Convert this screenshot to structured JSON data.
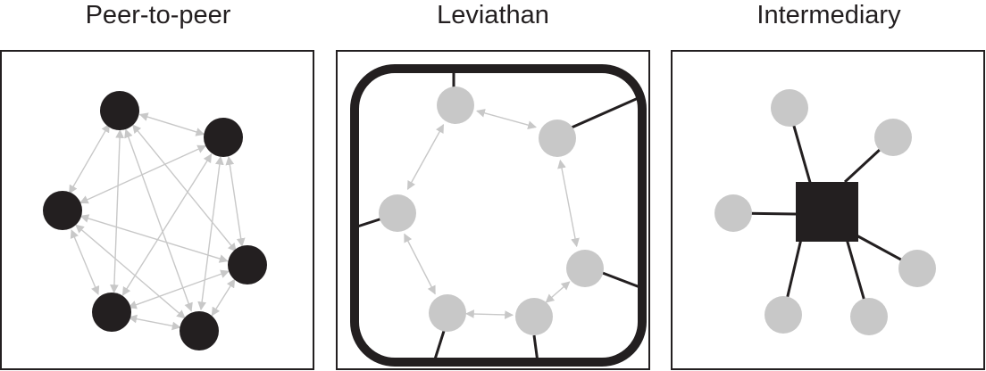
{
  "panels": [
    {
      "id": "peer",
      "title": "Peer-to-peer"
    },
    {
      "id": "leviathan",
      "title": "Leviathan"
    },
    {
      "id": "intermediary",
      "title": "Intermediary"
    }
  ],
  "colors": {
    "ink": "#231f20",
    "node_light": "#c8c8c8",
    "arrow": "#c8c8c8",
    "background": "#ffffff"
  }
}
